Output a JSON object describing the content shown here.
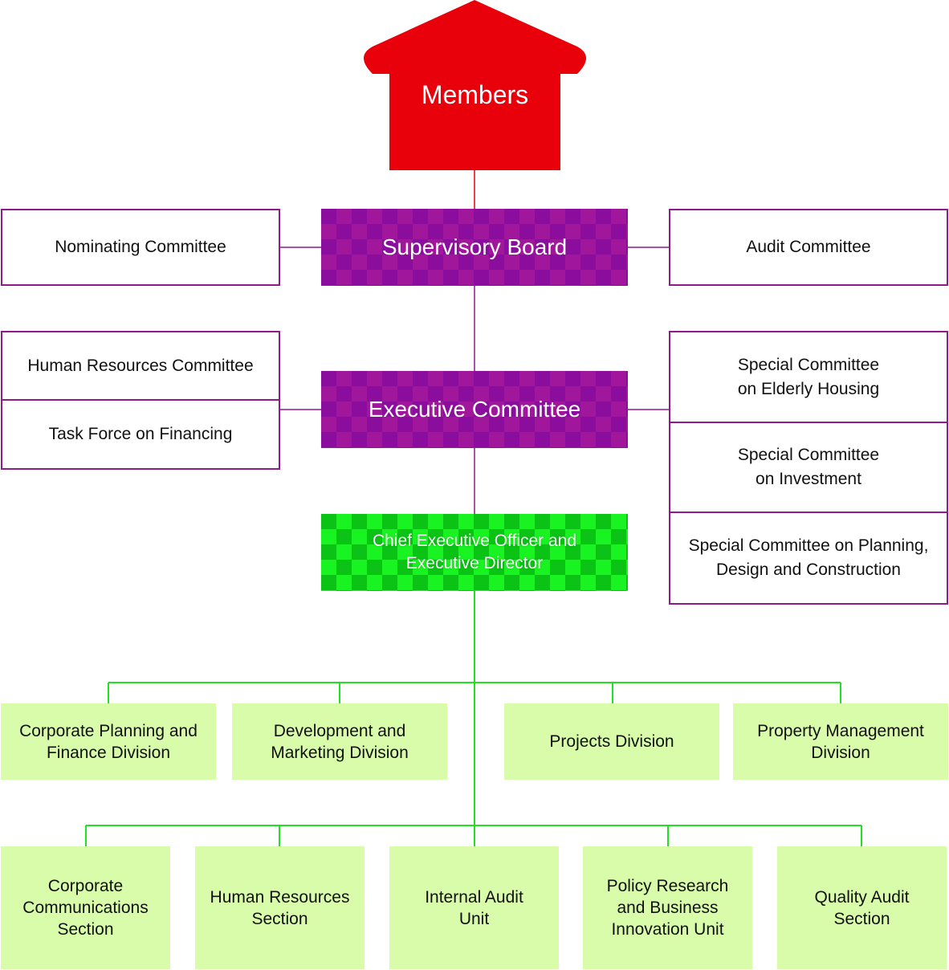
{
  "colors": {
    "members": "#e8000b",
    "board": "#8e1a8e",
    "ceo": "#11d81e",
    "division": "#d9fcaa",
    "green_line": "#22e022"
  },
  "members": "Members",
  "supervisory_board": "Supervisory Board",
  "executive_committee": "Executive Committee",
  "ceo": "Chief Executive Officer and\nExecutive Director",
  "board_committees": {
    "nominating": "Nominating Committee",
    "audit": "Audit Committee"
  },
  "exec_committees_left": [
    "Human Resources Committee",
    "Task Force on Financing"
  ],
  "exec_committees_right": [
    "Special Committee\non Elderly Housing",
    "Special Committee\non Investment",
    "Special Committee on Planning,\nDesign and Construction"
  ],
  "divisions": [
    "Corporate Planning and\nFinance Division",
    "Development and\nMarketing Division",
    "Projects Division",
    "Property Management\nDivision"
  ],
  "sections": [
    "Corporate\nCommunications\nSection",
    "Human Resources\nSection",
    "Internal Audit\nUnit",
    "Policy Research\nand Business\nInnovation Unit",
    "Quality Audit\nSection"
  ]
}
